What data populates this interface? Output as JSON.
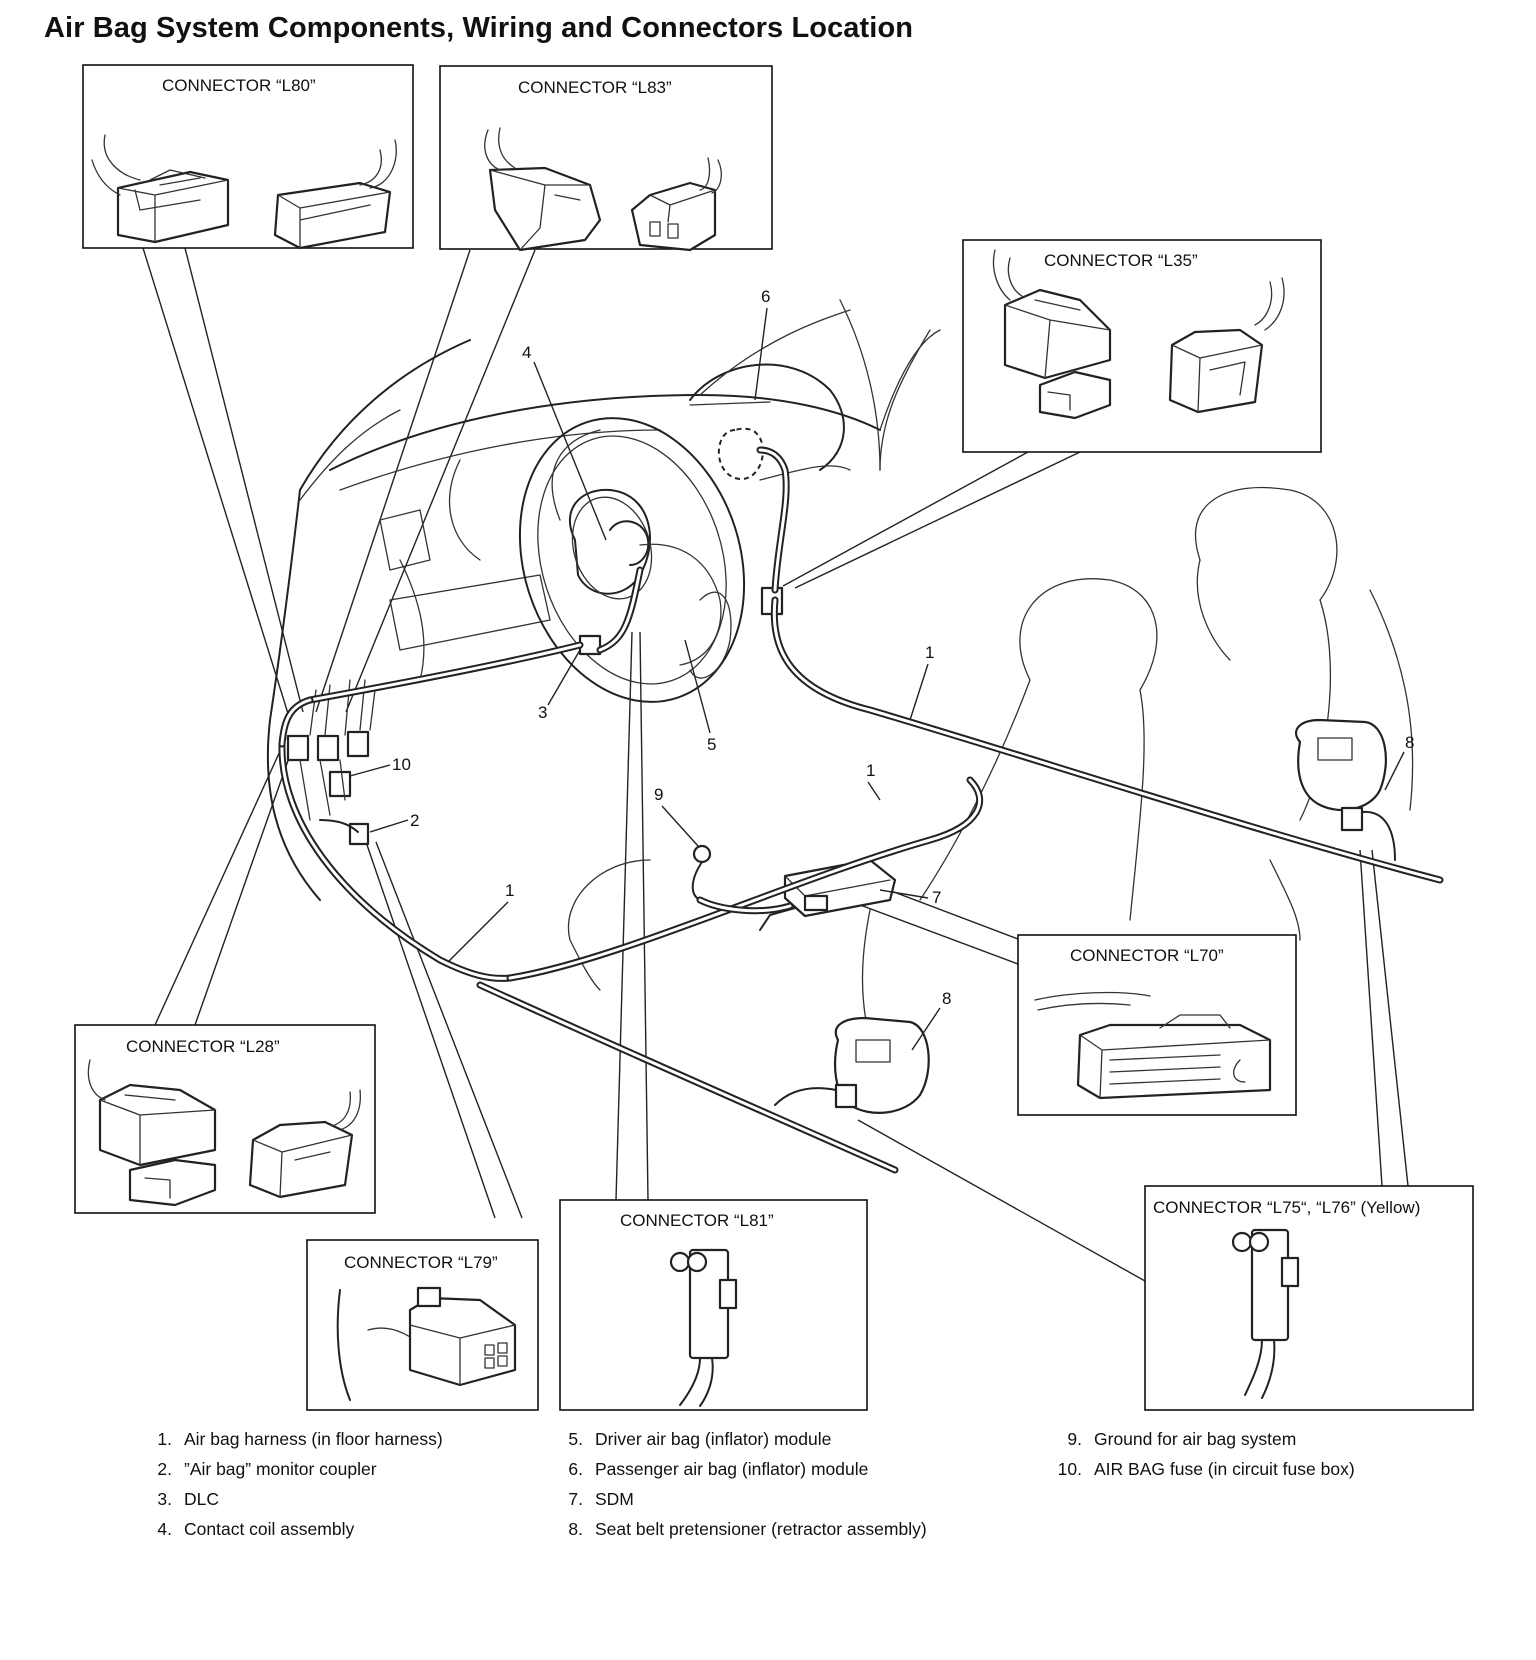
{
  "title": "Air Bag System Components, Wiring and Connectors Location",
  "connector_boxes": {
    "l80": "CONNECTOR “L80”",
    "l83": "CONNECTOR “L83”",
    "l35": "CONNECTOR “L35”",
    "l70": "CONNECTOR “L70”",
    "l28": "CONNECTOR “L28”",
    "l79": "CONNECTOR “L79”",
    "l81": "CONNECTOR “L81”",
    "l75_l76": "CONNECTOR “L75“, “L76” (Yellow)"
  },
  "callouts": {
    "harness_a": "1",
    "harness_b": "1",
    "harness_c": "1",
    "monitor_coupler": "2",
    "dlc": "3",
    "contact_coil": "4",
    "driver_module": "5",
    "passenger_module": "6",
    "sdm": "7",
    "pretensioner_right": "8",
    "pretensioner_left": "8",
    "ground": "9",
    "fuse": "10"
  },
  "legend": [
    [
      {
        "num": "1.",
        "text": "Air bag harness (in floor harness)"
      },
      {
        "num": "2.",
        "text": "”Air bag” monitor coupler"
      },
      {
        "num": "3.",
        "text": "DLC"
      },
      {
        "num": "4.",
        "text": "Contact coil assembly"
      }
    ],
    [
      {
        "num": "5.",
        "text": "Driver air bag (inflator) module"
      },
      {
        "num": "6.",
        "text": "Passenger air bag (inflator) module"
      },
      {
        "num": "7.",
        "text": "SDM"
      },
      {
        "num": "8.",
        "text": "Seat belt pretensioner (retractor assembly)"
      }
    ],
    [
      {
        "num": "9.",
        "text": "Ground for air bag system"
      },
      {
        "num": "10.",
        "text": "AIR BAG fuse (in circuit fuse box)"
      }
    ]
  ]
}
